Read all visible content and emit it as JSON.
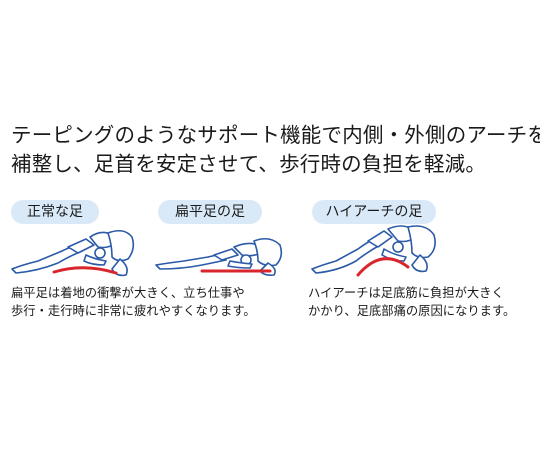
{
  "headline": {
    "line1": "テーピングのようなサポート機能で内側・外側のアーチを",
    "line2": "補整し、足首を安定させて、歩行時の負担を軽減。"
  },
  "labels": {
    "normal": "正常な足",
    "flat": "扁平足の足",
    "high": "ハイアーチの足"
  },
  "captions": {
    "flat_line1": "扁平足は着地の衝撃が大きく、立ち仕事や",
    "flat_line2": "歩行・走行時に非常に疲れやすくなります。",
    "high_line1": "ハイアーチは足底筋に負担が大きく",
    "high_line2": "かかり、足底部痛の原因になります。"
  },
  "colors": {
    "pill_bg": "#d9e9f8",
    "bone_stroke": "#2a5aa8",
    "arch_line": "#d9262c"
  }
}
